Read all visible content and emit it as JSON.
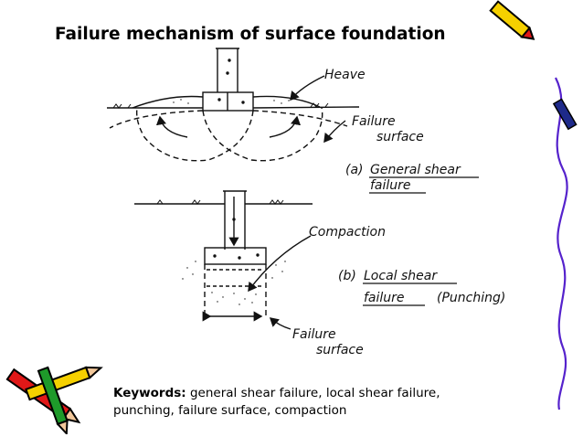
{
  "title": "Failure mechanism of surface foundation",
  "diagram": {
    "labels": {
      "heave": "Heave",
      "failure_surface_top_1": "Failure",
      "failure_surface_top_2": "surface",
      "caption_a_prefix": "(a)",
      "caption_a_1": "General shear",
      "caption_a_2": "failure",
      "compaction": "Compaction",
      "caption_b_prefix": "(b)",
      "caption_b_1": "Local shear",
      "caption_b_2": "failure",
      "caption_b_3": "(Punching)",
      "failure_surface_bottom_1": "Failure",
      "failure_surface_bottom_2": "surface"
    }
  },
  "keywords": {
    "label": "Keywords:",
    "text": " general shear failure, local shear failure, punching, failure surface, compaction"
  },
  "colors": {
    "pencil_yellow": "#f5d000",
    "pencil_red": "#e01818",
    "pencil_green": "#1e9a2a",
    "squiggle_purple": "#5522cc"
  }
}
